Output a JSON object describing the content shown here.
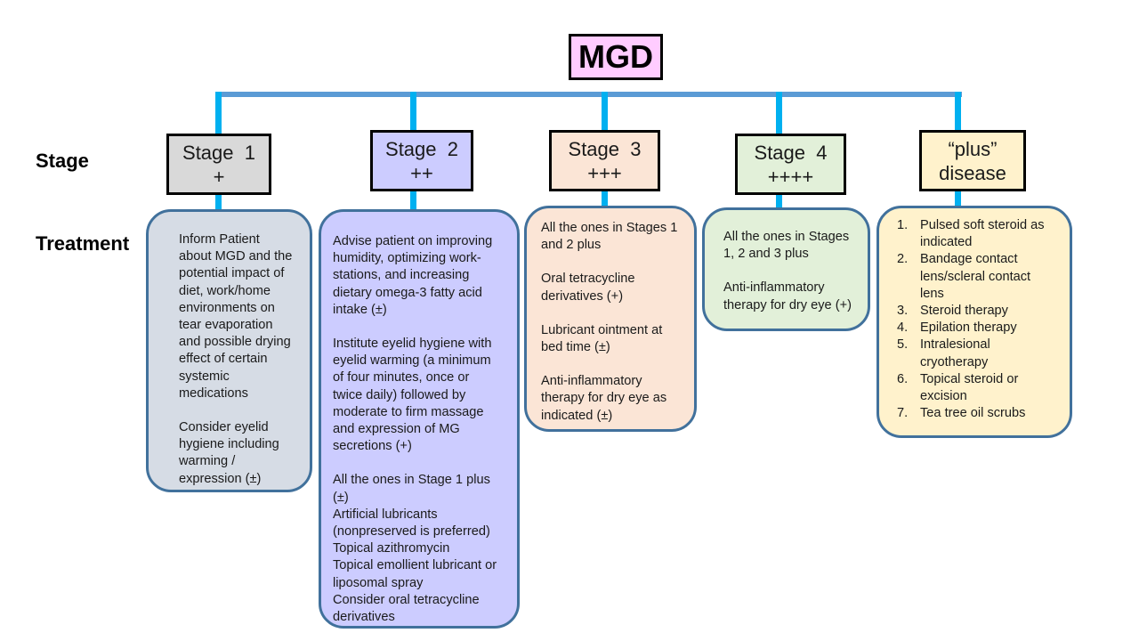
{
  "root": {
    "label": "MGD",
    "color": "#ffccff"
  },
  "row_labels": {
    "stage": "Stage",
    "treatment": "Treatment"
  },
  "colors": {
    "connector_horizontal": "#5b9bd5",
    "connector_vertical": "#00b0f0",
    "treatment_border": "#41719c"
  },
  "stages": [
    {
      "title": "Stage  1",
      "severity": "+",
      "box_color": "#d9d9d9",
      "treatment_color": "#d6dce5"
    },
    {
      "title": "Stage  2",
      "severity": "++",
      "box_color": "#ccccff",
      "treatment_color": "#ccccff"
    },
    {
      "title": "Stage  3",
      "severity": "+++",
      "box_color": "#fbe5d6",
      "treatment_color": "#fbe5d6"
    },
    {
      "title": "Stage  4",
      "severity": "++++",
      "box_color": "#e2f0d9",
      "treatment_color": "#e2f0d9"
    },
    {
      "title": "“plus”",
      "severity": "disease",
      "box_color": "#fff2cc",
      "treatment_color": "#fff2cc"
    }
  ],
  "treatments": {
    "stage1": [
      "Inform  Patient\nabout MGD and the\npotential impact of\ndiet, work/home\nenvironments  on\ntear evaporation\nand possible drying\neffect of certain\nsystemic\nmedications",
      "Consider eyelid\nhygiene including\nwarming /\nexpression (±)"
    ],
    "stage2": [
      "Advise patient on improving\nhumidity,  optimizing work-\nstations, and increasing\ndietary omega-3 fatty acid\nintake (±)",
      "Institute  eyelid hygiene  with\neyelid warming (a minimum\nof four minutes, once or\ntwice daily) followed by\nmoderate to firm massage\nand expression of MG\nsecretions (+)",
      "All the ones in Stage 1 plus\n(±)\n Artificial lubricants\n(nonpreserved  is preferred)\nTopical azithromycin\nTopical emollient lubricant  or\nliposomal spray\nConsider oral tetracycline\nderivatives"
    ],
    "stage3": [
      "All the ones in Stages 1\nand 2 plus",
      "Oral tetracycline\nderivatives (+)",
      "Lubricant ointment at\nbed time (±)",
      "Anti-inflammatory\ntherapy  for dry eye as\nindicated (±)"
    ],
    "stage4": [
      "All the ones in Stages\n1, 2 and 3 plus",
      "Anti-inflammatory\ntherapy  for dry eye  (+)"
    ],
    "plus": [
      {
        "num": "1.",
        "text": "Pulsed soft steroid as\nindicated"
      },
      {
        "num": "2.",
        "text": "Bandage contact\nlens/scleral  contact\nlens"
      },
      {
        "num": "3.",
        "text": "Steroid therapy"
      },
      {
        "num": "4.",
        "text": "Epilation therapy"
      },
      {
        "num": "5.",
        "text": "Intralesional\ncryotherapy"
      },
      {
        "num": "6.",
        "text": "Topical steroid or\nexcision"
      },
      {
        "num": "7.",
        "text": "Tea tree oil scrubs"
      }
    ]
  }
}
